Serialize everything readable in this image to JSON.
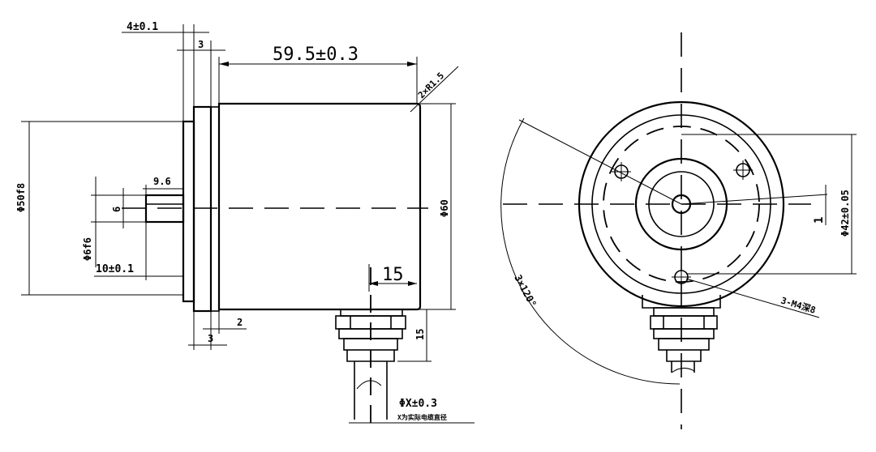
{
  "side_view": {
    "dim_flange_thickness": "4±0.1",
    "dim_gap_3_top": "3",
    "dim_body_length": "59.5±0.3",
    "dim_chamfer": "2×R1.5",
    "dim_flange_diameter": "Φ50f8",
    "dim_shaft_step": "9.6",
    "dim_shaft_flat": "6",
    "dim_shaft_diameter": "Φ6f6",
    "dim_shaft_length": "10±0.1",
    "dim_body_diameter": "Φ60",
    "dim_connector_offset": "15",
    "dim_connector_height": "15",
    "dim_gap_2": "2",
    "dim_gap_3_bottom": "3",
    "dim_cable": "ΦX±0.3",
    "note_cable": "X为实际电缆直径"
  },
  "front_view": {
    "dim_angle": "3×120°",
    "dim_hole_pcd": "Φ42±0.05",
    "dim_flat": "1",
    "dim_holes": "3-M4深8"
  }
}
